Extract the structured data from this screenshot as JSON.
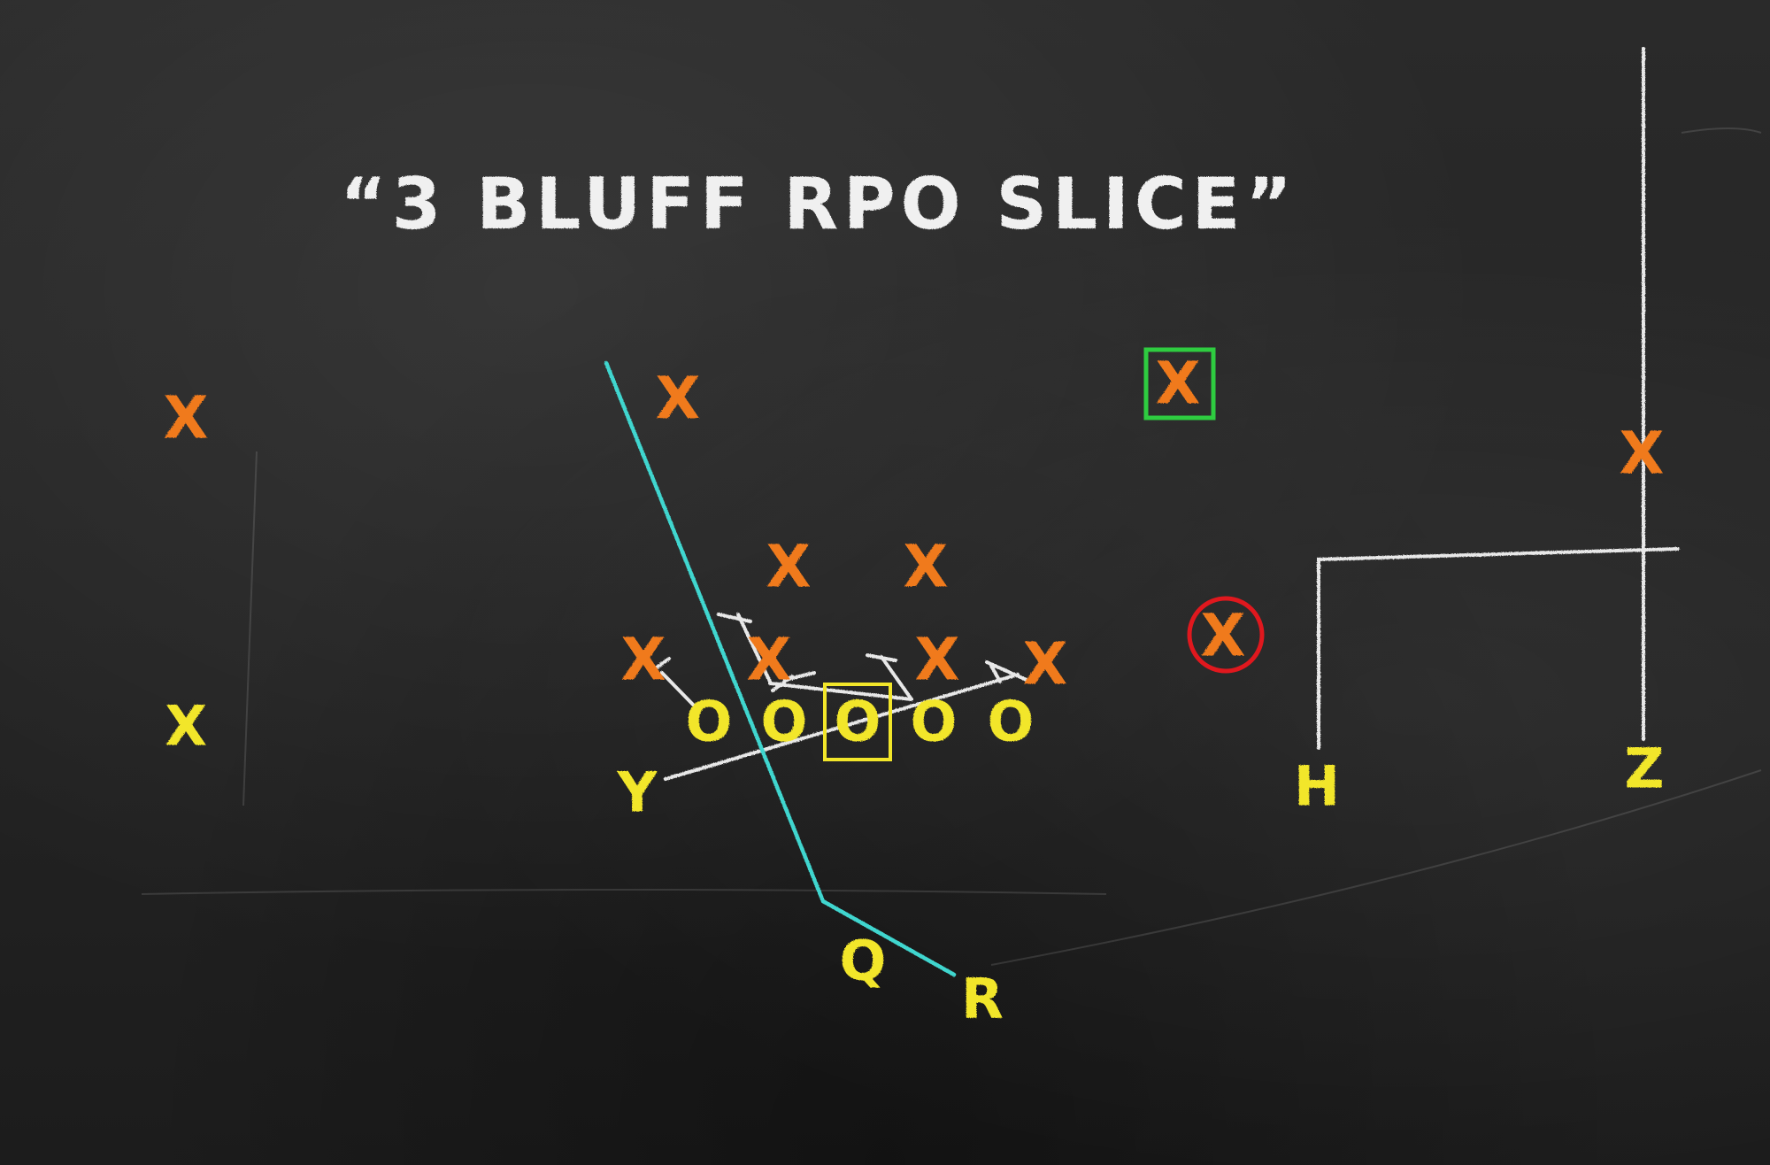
{
  "title": "“3 BLUFF RPO SLICE”",
  "colors": {
    "defense": "#f07a1c",
    "offense": "#f2e62a",
    "routes": "#e8e8e8",
    "read_line": "#3fd6cf",
    "key_box": "#2ecc40",
    "target_circle": "#e0181e",
    "center_box": "#f2e62a",
    "title": "#f0f0f0"
  },
  "defense": [
    {
      "label": "X"
    },
    {
      "label": "X"
    },
    {
      "label": "X"
    },
    {
      "label": "X"
    },
    {
      "label": "X"
    },
    {
      "label": "X"
    },
    {
      "label": "X"
    },
    {
      "label": "X"
    },
    {
      "label": "X"
    },
    {
      "label": "X"
    },
    {
      "label": "X"
    }
  ],
  "offense": {
    "wr_left": "X",
    "linemen": [
      "O",
      "O",
      "O",
      "O",
      "O"
    ],
    "tight_end": "Y",
    "quarterback": "Q",
    "running_back": "R",
    "slot": "H",
    "wr_right": "Z"
  }
}
